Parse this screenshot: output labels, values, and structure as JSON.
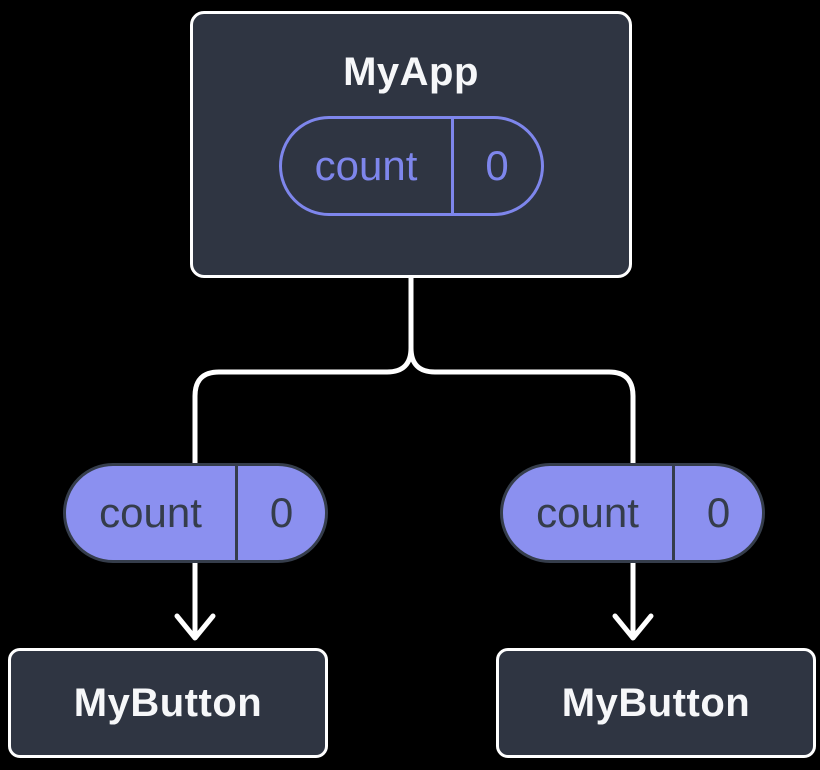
{
  "colors": {
    "canvas_bg": "#000000",
    "node_fill": "#2F3542",
    "node_border": "#FFFFFF",
    "node_text": "#F6F7F9",
    "connector": "#FFFFFF",
    "pill_fill": "#8B90F0",
    "pill_outline": "#7E86EC",
    "pill_dark": "#353D4B"
  },
  "nodes": {
    "root": {
      "label": "MyApp"
    },
    "child_left": {
      "label": "MyButton"
    },
    "child_right": {
      "label": "MyButton"
    }
  },
  "state_pills": {
    "root": {
      "name": "count",
      "value": "0"
    },
    "left": {
      "name": "count",
      "value": "0"
    },
    "right": {
      "name": "count",
      "value": "0"
    }
  }
}
